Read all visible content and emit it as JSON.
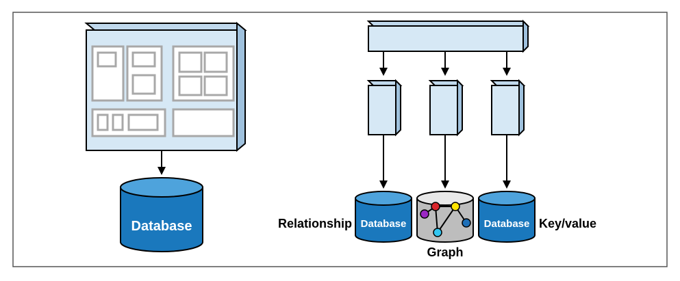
{
  "left_diagram": {
    "database_label": "Database"
  },
  "right_diagram": {
    "relationship_label": "Relationship",
    "relationship_db_label": "Database",
    "graph_label": "Graph",
    "keyvalue_db_label": "Database",
    "keyvalue_label": "Key/value"
  },
  "colors": {
    "service_box": "#d6e8f5",
    "database_blue": "#1a78bd",
    "database_top": "#4ea3dc",
    "graph_db_gray": "#bdbdbd",
    "node_red": "#d9262c",
    "node_purple": "#9b27c4",
    "node_yellow": "#ffe500",
    "node_cyan": "#33c6f0",
    "node_blue": "#1d6fb8"
  }
}
